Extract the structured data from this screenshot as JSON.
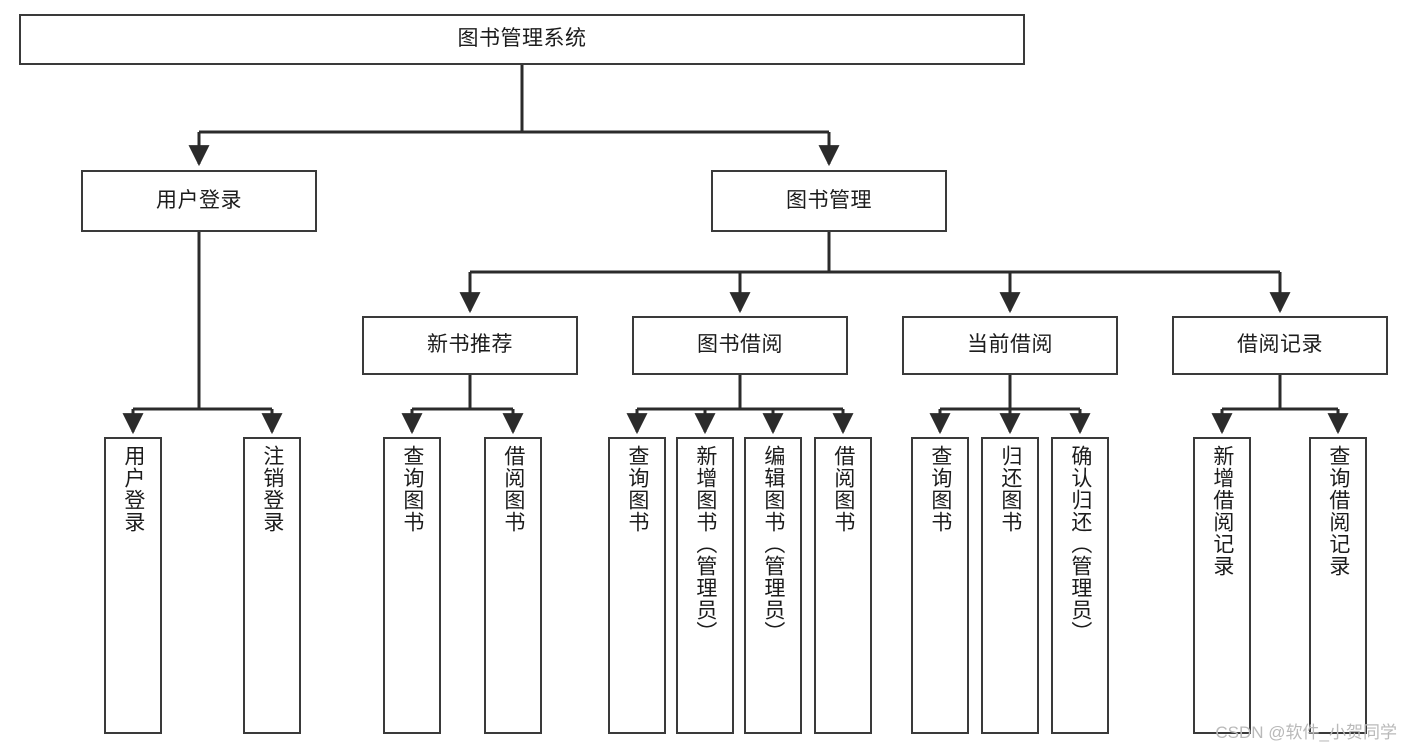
{
  "diagram": {
    "title": "图书管理系统",
    "type": "tree",
    "root": {
      "id": "root",
      "label": "图书管理系统"
    },
    "level2": [
      {
        "id": "user-login",
        "label": "用户登录"
      },
      {
        "id": "book-manage",
        "label": "图书管理"
      }
    ],
    "level3": [
      {
        "id": "new-book-recommend",
        "label": "新书推荐"
      },
      {
        "id": "book-borrow",
        "label": "图书借阅"
      },
      {
        "id": "current-borrow",
        "label": "当前借阅"
      },
      {
        "id": "borrow-record",
        "label": "借阅记录"
      }
    ],
    "leaves": {
      "user_login": [
        {
          "id": "leaf-user-login",
          "label": "用户登录"
        },
        {
          "id": "leaf-logout-login",
          "label": "注销登录"
        }
      ],
      "new_book_recommend": [
        {
          "id": "leaf-query-book-1",
          "label": "查询图书"
        },
        {
          "id": "leaf-borrow-book-1",
          "label": "借阅图书"
        }
      ],
      "book_borrow": [
        {
          "id": "leaf-query-book-2",
          "label": "查询图书"
        },
        {
          "id": "leaf-add-book-admin",
          "label": "新增图书（管理员）"
        },
        {
          "id": "leaf-edit-book-admin",
          "label": "编辑图书（管理员）"
        },
        {
          "id": "leaf-borrow-book-2",
          "label": "借阅图书"
        }
      ],
      "current_borrow": [
        {
          "id": "leaf-query-book-3",
          "label": "查询图书"
        },
        {
          "id": "leaf-return-book",
          "label": "归还图书"
        },
        {
          "id": "leaf-confirm-return-admin",
          "label": "确认归还（管理员）"
        }
      ],
      "borrow_record": [
        {
          "id": "leaf-add-borrow-record",
          "label": "新增借阅记录"
        },
        {
          "id": "leaf-query-borrow-record",
          "label": "查询借阅记录"
        }
      ]
    }
  },
  "watermark": {
    "text": "CSDN @软件_小贺同学"
  },
  "colors": {
    "border": "#3a3a3a",
    "text": "#1c1c1c",
    "background": "#ffffff",
    "connector": "#2b2b2b",
    "watermark": "#b9b9b9"
  }
}
